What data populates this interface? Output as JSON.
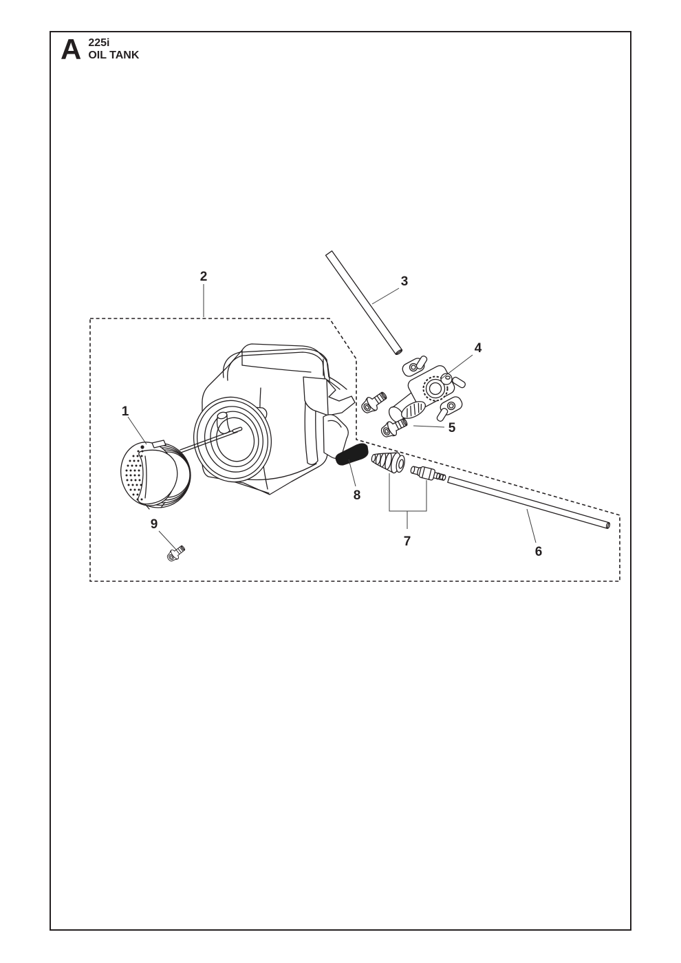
{
  "document": {
    "type": "illustrated parts diagram page",
    "ink_color": "#231f20",
    "background_color": "#ffffff"
  },
  "header": {
    "section_letter": "A",
    "model": "225i",
    "title": "OIL TANK"
  },
  "callouts": {
    "n1": "1",
    "n2": "2",
    "n3": "3",
    "n4": "4",
    "n5": "5",
    "n6": "6",
    "n7": "7",
    "n8": "8",
    "n9": "9"
  }
}
